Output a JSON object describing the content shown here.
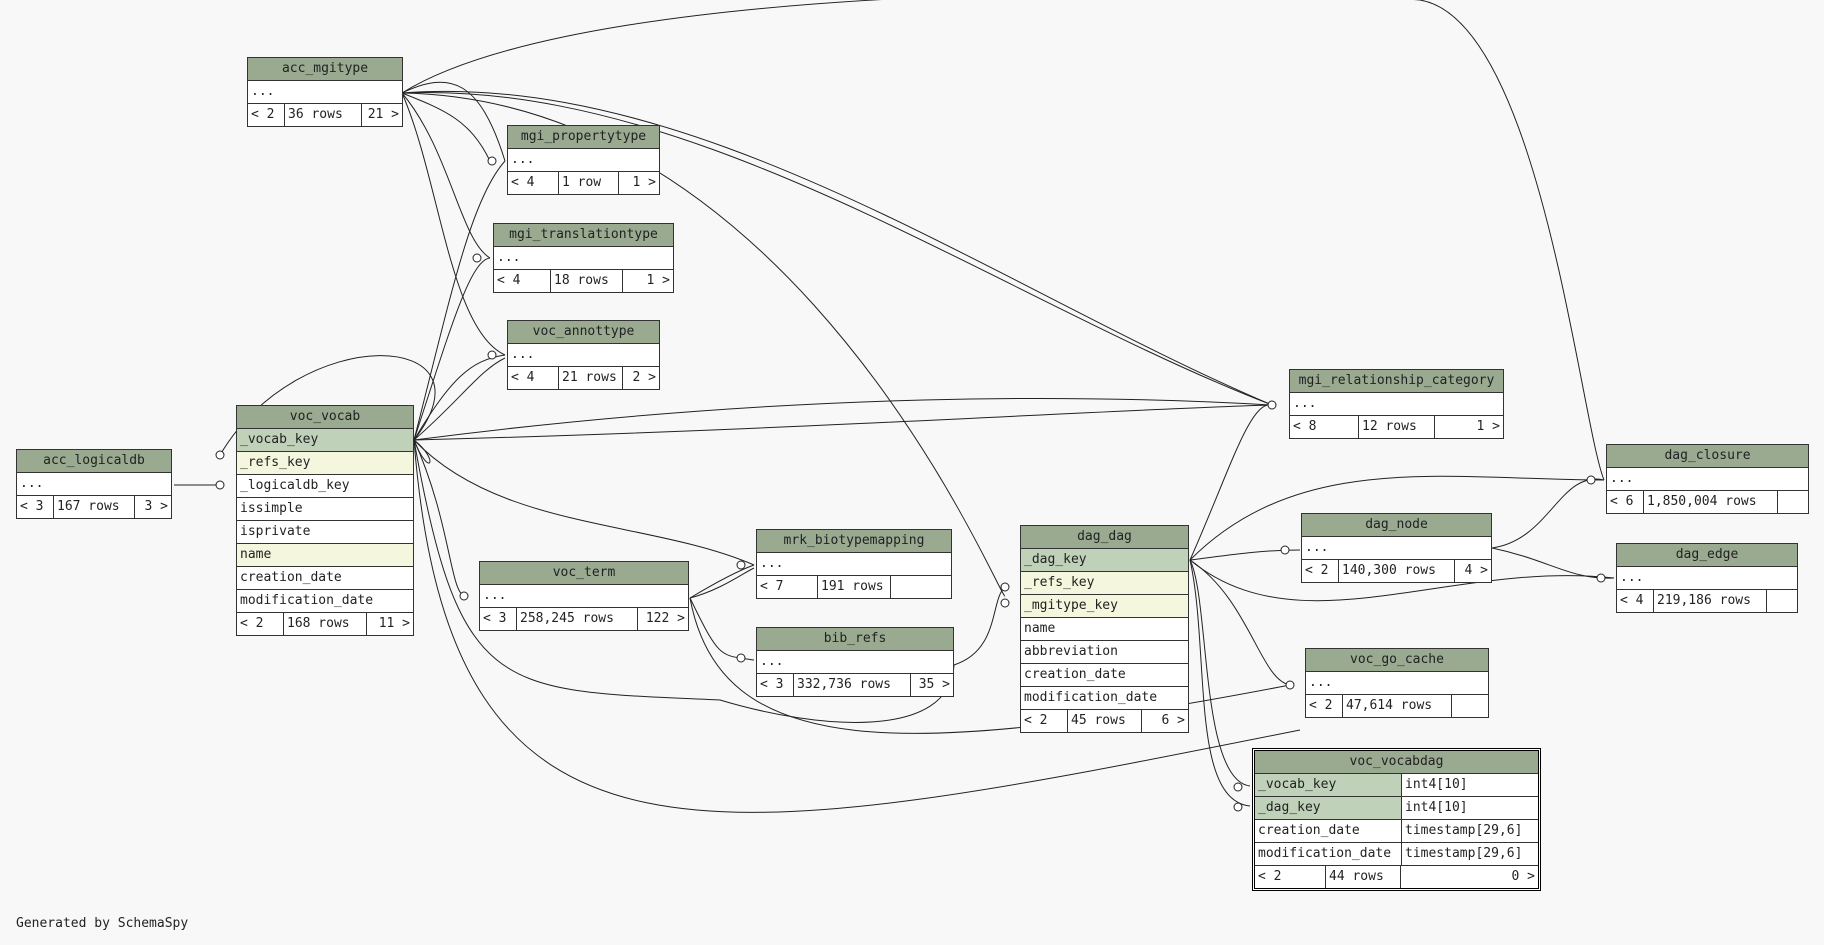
{
  "tables": {
    "acc_mgitype": {
      "name": "acc_mgitype",
      "cols": [
        "..."
      ],
      "footer": [
        "< 2",
        "36 rows",
        "21 >"
      ]
    },
    "mgi_propertytype": {
      "name": "mgi_propertytype",
      "cols": [
        "..."
      ],
      "footer": [
        "< 4",
        "1 row",
        "1 >"
      ]
    },
    "mgi_translationtype": {
      "name": "mgi_translationtype",
      "cols": [
        "..."
      ],
      "footer": [
        "< 4",
        "18 rows",
        "1 >"
      ]
    },
    "voc_annottype": {
      "name": "voc_annottype",
      "cols": [
        "..."
      ],
      "footer": [
        "< 4",
        "21 rows",
        "2 >"
      ]
    },
    "acc_logicaldb": {
      "name": "acc_logicaldb",
      "cols": [
        "..."
      ],
      "footer": [
        "< 3",
        "167 rows",
        "3 >"
      ]
    },
    "voc_vocab": {
      "name": "voc_vocab",
      "cols": [
        "_vocab_key",
        "_refs_key",
        "_logicaldb_key",
        "issimple",
        "isprivate",
        "name",
        "creation_date",
        "modification_date"
      ],
      "footer": [
        "< 2",
        "168 rows",
        "11 >"
      ]
    },
    "voc_term": {
      "name": "voc_term",
      "cols": [
        "..."
      ],
      "footer": [
        "< 3",
        "258,245 rows",
        "122 >"
      ]
    },
    "mrk_biotypemapping": {
      "name": "mrk_biotypemapping",
      "cols": [
        "..."
      ],
      "footer": [
        "< 7",
        "191 rows",
        ""
      ]
    },
    "bib_refs": {
      "name": "bib_refs",
      "cols": [
        "..."
      ],
      "footer": [
        "< 3",
        "332,736 rows",
        "35 >"
      ]
    },
    "dag_dag": {
      "name": "dag_dag",
      "cols": [
        "_dag_key",
        "_refs_key",
        "_mgitype_key",
        "name",
        "abbreviation",
        "creation_date",
        "modification_date"
      ],
      "footer": [
        "< 2",
        "45 rows",
        "6 >"
      ]
    },
    "mgi_relationship_category": {
      "name": "mgi_relationship_category",
      "cols": [
        "..."
      ],
      "footer": [
        "< 8",
        "12 rows",
        "1 >"
      ]
    },
    "dag_closure": {
      "name": "dag_closure",
      "cols": [
        "..."
      ],
      "footer": [
        "< 6",
        "1,850,004 rows",
        ""
      ]
    },
    "dag_node": {
      "name": "dag_node",
      "cols": [
        "..."
      ],
      "footer": [
        "< 2",
        "140,300 rows",
        "4 >"
      ]
    },
    "dag_edge": {
      "name": "dag_edge",
      "cols": [
        "..."
      ],
      "footer": [
        "< 4",
        "219,186 rows",
        ""
      ]
    },
    "voc_go_cache": {
      "name": "voc_go_cache",
      "cols": [
        "..."
      ],
      "footer": [
        "< 2",
        "47,614 rows",
        ""
      ]
    },
    "voc_vocabdag": {
      "name": "voc_vocabdag",
      "cols": [
        "_vocab_key",
        "_dag_key",
        "creation_date",
        "modification_date"
      ],
      "types": [
        "int4[10]",
        "int4[10]",
        "timestamp[29,6]",
        "timestamp[29,6]"
      ],
      "footer": [
        "< 2",
        "44 rows",
        "0 >"
      ]
    }
  },
  "footer_text": "Generated by SchemaSpy"
}
